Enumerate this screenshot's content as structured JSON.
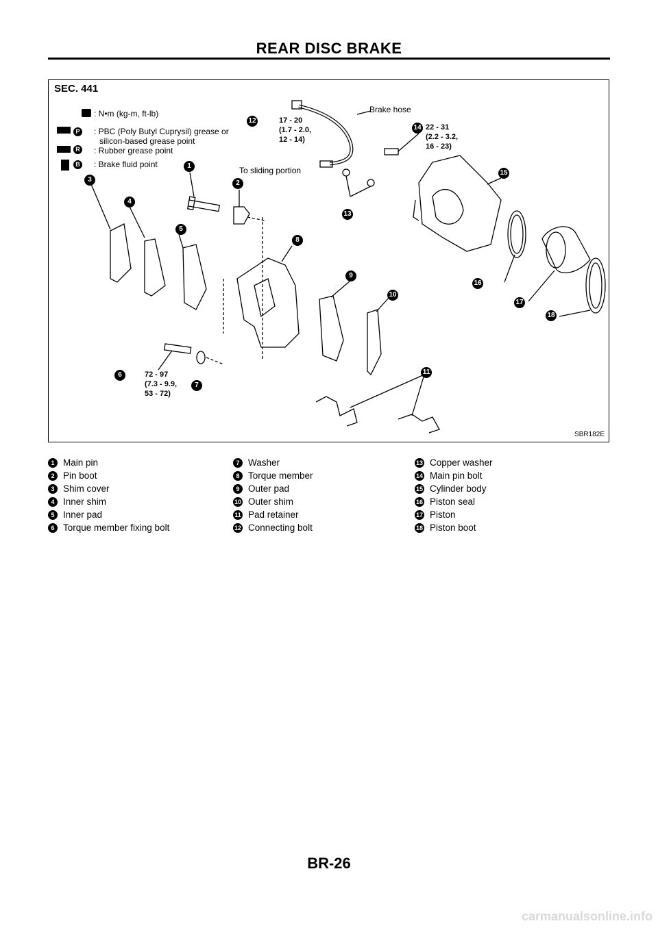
{
  "header": {
    "title": "REAR DISC BRAKE"
  },
  "figure": {
    "section": "SEC. 441",
    "code": "SBR182E",
    "legend": [
      {
        "icon": "torque-wrench-icon",
        "text": ": N•m (kg-m, ft-lb)"
      },
      {
        "icon": "grease-gun-icon",
        "badge": "P",
        "text": ": PBC (Poly Butyl Cuprysil) grease or"
      },
      {
        "text": "silicon-based grease point"
      },
      {
        "icon": "grease-gun-icon",
        "badge": "R",
        "text": ": Rubber grease point"
      },
      {
        "icon": "fluid-can-icon",
        "badge": "B",
        "text": ": Brake fluid point"
      }
    ],
    "callouts": {
      "bolt12": "17 - 20\n(1.7 - 2.0,\n12 - 14)",
      "bolt14": "22 - 31\n(2.2 - 3.2,\n16 - 23)",
      "bolt6": "72 - 97\n(7.3 - 9.9,\n53 - 72)",
      "brake_hose": "Brake hose",
      "sliding": "To sliding portion"
    },
    "badges": {
      "p": "P",
      "r": "R",
      "b": "B"
    }
  },
  "parts": [
    {
      "n": "1",
      "name": "Main pin"
    },
    {
      "n": "7",
      "name": "Washer"
    },
    {
      "n": "13",
      "name": "Copper washer"
    },
    {
      "n": "2",
      "name": "Pin boot"
    },
    {
      "n": "8",
      "name": "Torque member"
    },
    {
      "n": "14",
      "name": "Main pin bolt"
    },
    {
      "n": "3",
      "name": "Shim cover"
    },
    {
      "n": "9",
      "name": "Outer pad"
    },
    {
      "n": "15",
      "name": "Cylinder body"
    },
    {
      "n": "4",
      "name": "Inner shim"
    },
    {
      "n": "10",
      "name": "Outer shim"
    },
    {
      "n": "16",
      "name": "Piston seal"
    },
    {
      "n": "5",
      "name": "Inner pad"
    },
    {
      "n": "11",
      "name": "Pad retainer"
    },
    {
      "n": "17",
      "name": "Piston"
    },
    {
      "n": "6",
      "name": "Torque member fixing bolt"
    },
    {
      "n": "12",
      "name": "Connecting bolt"
    },
    {
      "n": "18",
      "name": "Piston boot"
    }
  ],
  "footer": {
    "page": "BR-26",
    "site": "carmanualsonline.info"
  }
}
